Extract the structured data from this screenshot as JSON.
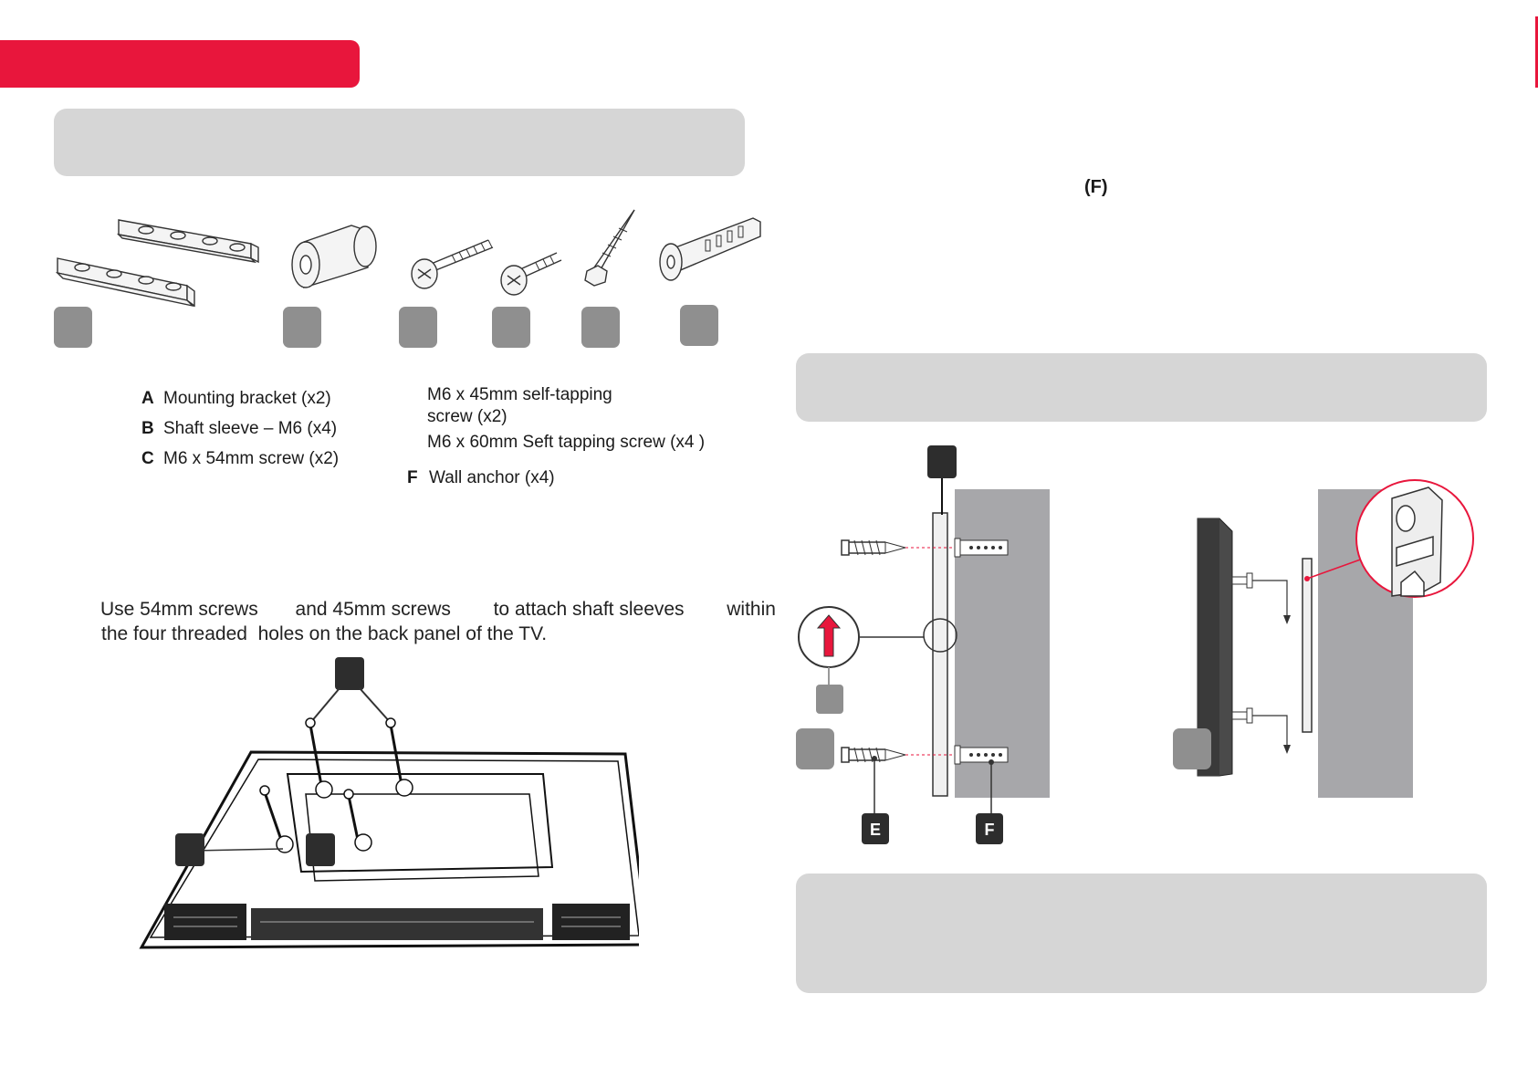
{
  "page": {
    "f_marker": "(F)"
  },
  "parts": {
    "list_left": [
      {
        "letter": "A",
        "text": "Mounting bracket (x2)"
      },
      {
        "letter": "B",
        "text": "Shaft sleeve – M6 (x4)"
      },
      {
        "letter": "C",
        "text": "M6 x 54mm screw (x2)"
      }
    ],
    "d_line1": "M6 x 45mm self-tapping",
    "d_line2": "screw (x2)",
    "e_line": "M6 x  60mm Seft tapping screw (x4 )",
    "f_letter": "F",
    "f_text": "Wall anchor (x4)"
  },
  "instructions": {
    "line1": "Use 54mm screws       and 45mm screws        to attach shaft sleeves        within",
    "line2": "the four threaded  holes on the back panel of the TV."
  },
  "diagram_labels": {
    "label_e": "E",
    "label_f": "F"
  },
  "colors": {
    "accent_red": "#e8163c",
    "panel_gray": "#d6d6d6",
    "badge_gray": "#8f8f8f",
    "badge_dark": "#2d2d2d",
    "wall_gray": "#a7a7aa"
  }
}
